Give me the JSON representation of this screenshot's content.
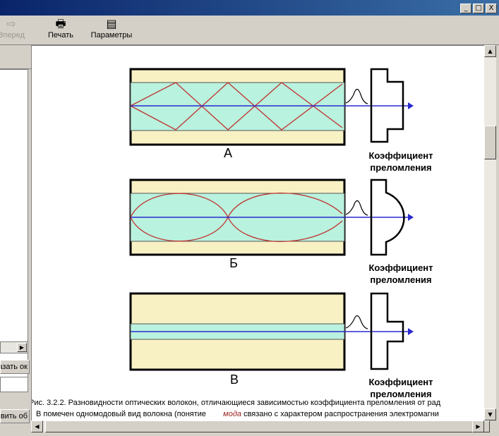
{
  "window": {
    "minimize": "_",
    "maximize": "□",
    "close": "X"
  },
  "toolbar": {
    "forward_label": "Вперед",
    "print_label": "Печать",
    "params_label": "Параметры"
  },
  "left_pane": {
    "show_button": "казать ок",
    "add_button": "авить об"
  },
  "figure": {
    "panels": [
      {
        "letter": "А",
        "profile_label_1": "Коэффициент",
        "profile_label_2": "преломления"
      },
      {
        "letter": "Б",
        "profile_label_1": "Коэффициент",
        "profile_label_2": "преломления"
      },
      {
        "letter": "В",
        "profile_label_1": "Коэффициент",
        "profile_label_2": "преломления"
      }
    ],
    "colors": {
      "cladding": "#f8f1c4",
      "core": "#b9f2de",
      "ray": "#c0312f",
      "axis": "#2a2ad0"
    }
  },
  "caption": {
    "line1": "Рис. 3.2.2. Разновидности оптических волокон, отличающиеся зависимостью коэффициента преломления от рад",
    "line2_a": "В помечен одномодовый вид волокна (понятие",
    "line2_moda": "мода",
    "line2_b": "связано с характером распространения электромагни"
  },
  "icons": [
    "forward-arrow-icon",
    "printer-icon",
    "options-icon",
    "scroll-up-icon",
    "scroll-down-icon",
    "scroll-left-icon",
    "scroll-right-icon"
  ]
}
